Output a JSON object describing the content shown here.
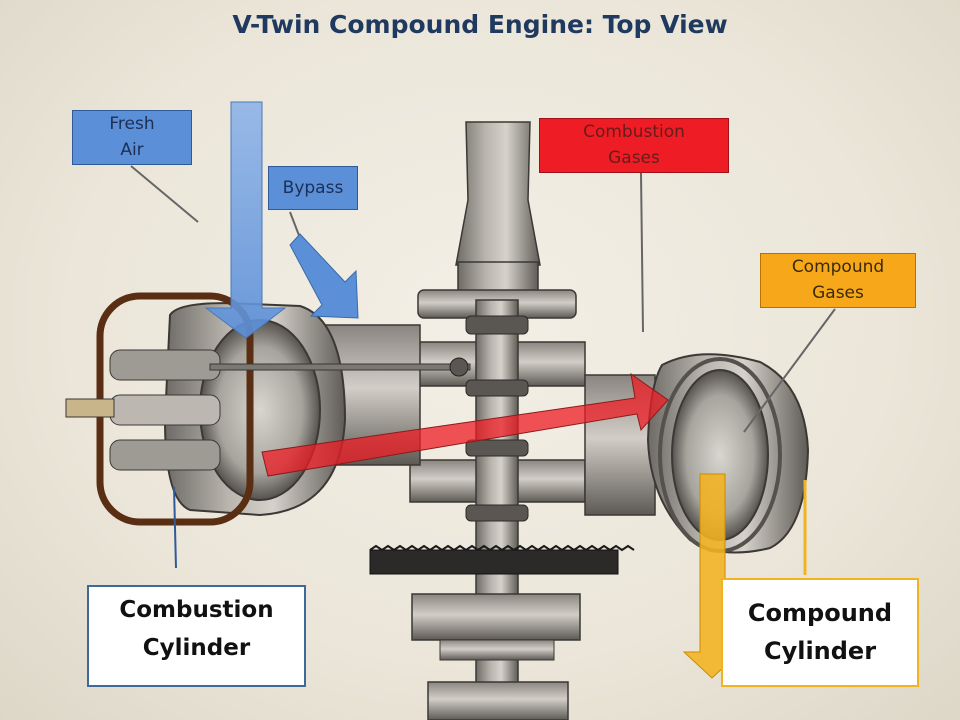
{
  "title": "V-Twin Compound Engine: Top View",
  "labels": {
    "fresh_air": [
      "Fresh",
      "Air"
    ],
    "bypass": "Bypass",
    "combustion_gases": [
      "Combustion",
      "Gases"
    ],
    "compound_gases": [
      "Compound",
      "Gases"
    ],
    "combustion_cylinder": [
      "Combustion",
      "Cylinder"
    ],
    "compound_cylinder": [
      "Compound",
      "Cylinder"
    ]
  },
  "colors": {
    "title": "#1f3a5e",
    "fresh_air": "#5b8fd8",
    "bypass": "#5b8fd8",
    "combustion_gases": "#ee1c24",
    "compound_gases": "#f7a81a",
    "combustion_cylinder_border": "#3d6a9a",
    "compound_cylinder_border": "#f2b321",
    "head_outline": "#5a2e12"
  },
  "icons": {
    "fresh_air_arrow": "arrow-down-icon",
    "bypass_arrow": "arrow-diagonal-icon",
    "combustion_gas_arrow": "arrow-right-icon",
    "compound_gas_arrow": "arrow-down-icon"
  }
}
